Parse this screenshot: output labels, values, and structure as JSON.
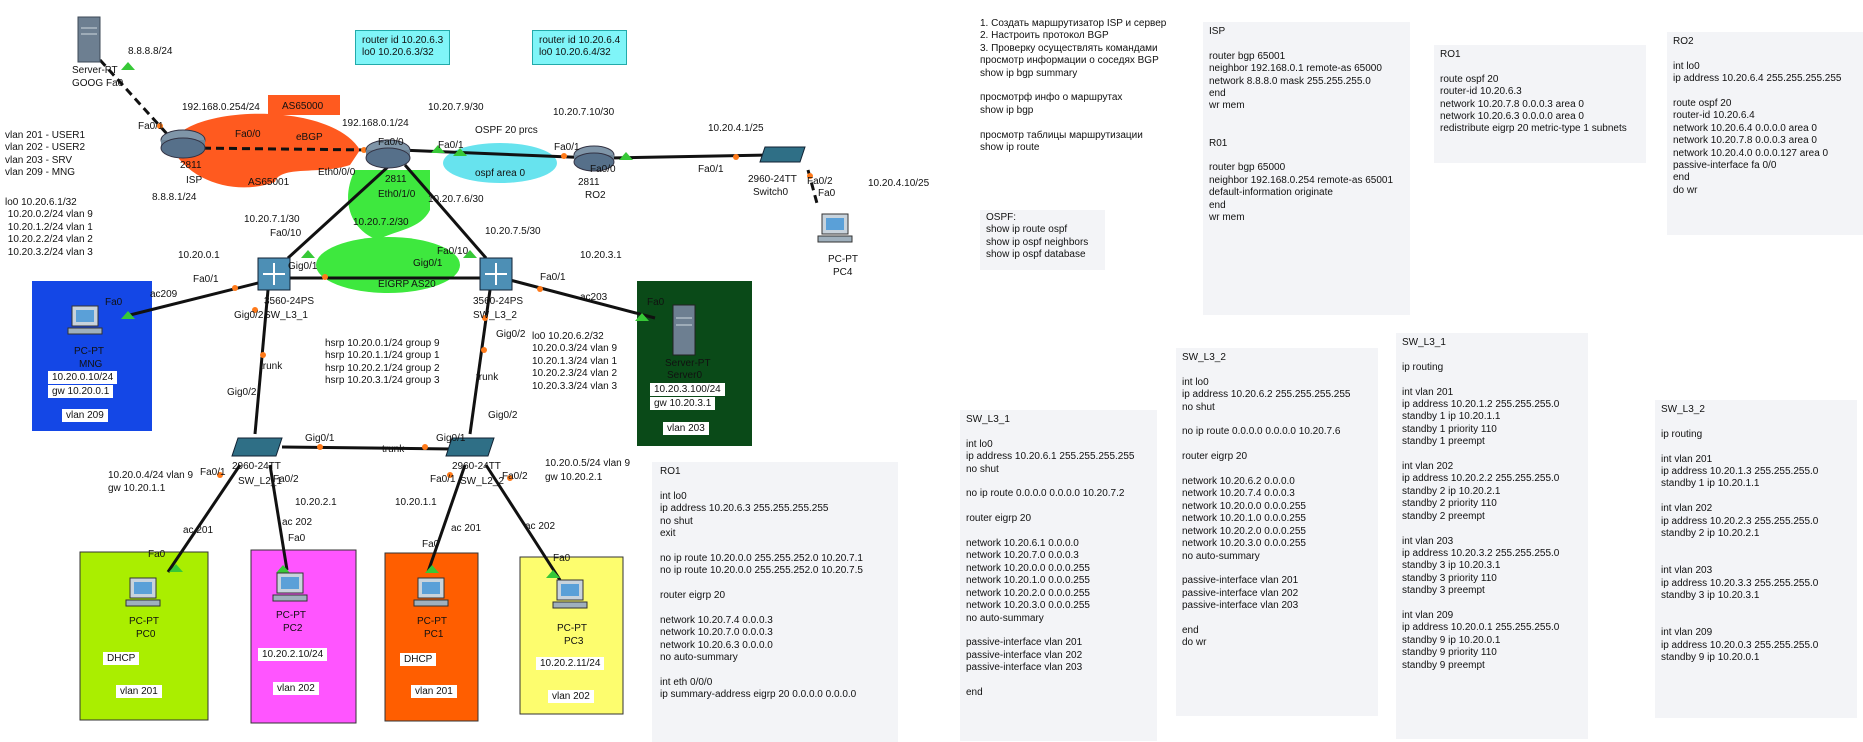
{
  "colors": {
    "vlan209": "#1447e6",
    "vlan203": "#0a4a18",
    "vlan201_pc0": "#aaee00",
    "vlan202_pc2": "#ff55ff",
    "vlan201_pc1": "#ff5e00",
    "vlan202_pc3": "#fdfd6e",
    "as65001": "#ff5a1f",
    "eigrp": "#3ee83e",
    "ospf": "#67e3ee",
    "note_bg": "#7ff5f8"
  },
  "devices": {
    "server_goog": {
      "type": "Server-PT",
      "label1": "Server-PT",
      "label2": "GOOG",
      "port": "Fa0",
      "ip": "8.8.8.8/24"
    },
    "isp": {
      "model": "2811",
      "name": "ISP",
      "ports": [
        "Fa0/1",
        "Fa0/0"
      ],
      "ip1": "192.168.0.254/24",
      "ip2": "8.8.8.1/24"
    },
    "r01": {
      "model": "2811",
      "ports": [
        "Fa0/0",
        "Fa0/1",
        "Eth0/0/0",
        "Eth0/1/0"
      ],
      "ip1": "192.168.0.1/24",
      "ip2": "10.20.7.9/30",
      "ip3": "10.20.7.6/30"
    },
    "ro2": {
      "model": "2811",
      "name": "RO2",
      "ports": [
        "Fa0/1",
        "Fa0/0"
      ],
      "ip1": "10.20.7.10/30",
      "ip2": "10.20.4.1/25"
    },
    "switch0": {
      "model": "2960-24TT",
      "name": "Switch0",
      "ports": [
        "Fa0/1",
        "Fa0/2"
      ],
      "port_pc4": "Fa0"
    },
    "pc4": {
      "label1": "PC-PT",
      "label2": "PC4",
      "ip": "10.20.4.10/25"
    },
    "sw_l3_1": {
      "model": "3560-24PS",
      "name": "SW_L3_1",
      "ports": [
        "Fa0/10",
        "Gig0/1",
        "Fa0/1",
        "Gig0/2"
      ],
      "ip_fa010": "10.20.7.1/30",
      "ip_fa01": "10.20.0.1"
    },
    "sw_l3_2": {
      "model": "3560-24PS",
      "name": "SW_L3_2",
      "ports": [
        "Fa0/10",
        "Gig0/1",
        "Fa0/1",
        "Gig0/2"
      ],
      "ip_fa010": "10.20.7.5/30",
      "ip_fa01": "10.20.3.1"
    },
    "sw_l2_1": {
      "model": "2960-24TT",
      "name": "SW_L2_1",
      "ports": [
        "Gig0/2",
        "Gig0/1",
        "Fa0/1",
        "Fa0/2"
      ],
      "ip1": "10.20.0.4/24 vlan 9",
      "gw": "gw 10.20.1.1",
      "ip_fa02": "10.20.2.1"
    },
    "sw_l2_2": {
      "model": "2960-24TT",
      "name": "SW_L2_2",
      "ports": [
        "Gig0/1",
        "Gig0/2",
        "Fa0/1",
        "Fa0/2"
      ],
      "ip1": "10.20.0.5/24 vlan 9",
      "gw": "gw 10.20.2.1",
      "ip_fa01": "10.20.1.1"
    },
    "mng": {
      "label1": "PC-PT",
      "label2": "MNG",
      "port": "Fa0",
      "ip": "10.20.0.10/24",
      "gw": "gw 10.20.0.1",
      "vlan": "vlan 209"
    },
    "server0": {
      "label1": "Server-PT",
      "label2": "Server0",
      "port": "Fa0",
      "ip": "10.20.3.100/24",
      "gw": "gw 10.20.3.1",
      "vlan": "vlan 203"
    },
    "pc0": {
      "label1": "PC-PT",
      "label2": "PC0",
      "port": "Fa0",
      "info": "DHCP",
      "vlan": "vlan 201"
    },
    "pc2": {
      "label1": "PC-PT",
      "label2": "PC2",
      "port": "Fa0",
      "info": "10.20.2.10/24",
      "vlan": "vlan 202"
    },
    "pc1": {
      "label1": "PC-PT",
      "label2": "PC1",
      "port": "Fa0",
      "info": "DHCP",
      "vlan": "vlan 201"
    },
    "pc3": {
      "label1": "PC-PT",
      "label2": "PC3",
      "port": "Fa0",
      "info": "10.20.2.11/24",
      "vlan": "vlan 202"
    }
  },
  "links": {
    "ac209": "ac209",
    "ac203": "ac203",
    "ac201a": "ac 201",
    "ac202a": "ac 202",
    "ac201b": "ac 201",
    "ac202b": "ac 202",
    "trunk": "trunk"
  },
  "areas": {
    "as65000": "AS65000",
    "as65001": "AS65001",
    "ebgp": "eBGP",
    "ospf_prcs": "OSPF 20 prcs",
    "ospf_area": "ospf area 0",
    "eigrp": "EIGRP AS20",
    "eigrp_ip": "10.20.7.2/30"
  },
  "notes_cyan": {
    "r01": "router id 10.20.6.3\nlo0 10.20.6.3/32",
    "ro2": "router id 10.20.6.4\nlo0 10.20.6.4/32"
  },
  "notes": {
    "vlans": "vlan 201 - USER1\nvlan 202 - USER2\nvlan 203 - SRV\nvlan 209 - MNG",
    "sw1_ips": "lo0 10.20.6.1/32\n 10.20.0.2/24 vlan 9\n 10.20.1.2/24 vlan 1\n 10.20.2.2/24 vlan 2\n 10.20.3.2/24 vlan 3",
    "hsrp": "hsrp 10.20.0.1/24 group 9\nhsrp 10.20.1.1/24 group 1\nhsrp 10.20.2.1/24 group 2\nhsrp 10.20.3.1/24 group 3",
    "sw2_ips": "lo0 10.20.6.2/32\n10.20.0.3/24 vlan 9\n10.20.1.3/24 vlan 1\n10.20.2.3/24 vlan 2\n10.20.3.3/24 vlan 3",
    "r01_cfg": "RO1\n\nint lo0\nip address 10.20.6.3 255.255.255.255\nno shut\nexit\n\nno ip route 10.20.0.0 255.255.252.0 10.20.7.1\nno ip route 10.20.0.0 255.255.252.0 10.20.7.5\n\nrouter eigrp 20\n\nnetwork 10.20.7.4 0.0.0.3\nnetwork 10.20.7.0 0.0.0.3\nnetwork 10.20.6.3 0.0.0.0\nno auto-summary\n\nint eth 0/0/0\nip summary-address eigrp 20 0.0.0.0 0.0.0.0",
    "tasks": "1. Создать маршрутизатор ISP и сервер\n2. Настроить протокол BGP\n3. Проверку осуществлять командами\nпросмотр информации о соседях BGP\nshow ip bgp summary\n\nпросмотрф инфо о маршрутах\nshow ip bgp\n\nпросмотр таблицы маршрутизации\nshow ip route",
    "ospf_cmds": "OSPF:\nshow ip route ospf\nshow ip ospf neighbors\nshow ip ospf database",
    "isp_cfg": "ISP\n\nrouter bgp 65001\nneighbor 192.168.0.1 remote-as 65000\nnetwork 8.8.8.0 mask 255.255.255.0\nend\nwr mem\n\n\nR01\n\nrouter bgp 65000\nneighbor 192.168.0.254 remote-as 65001\ndefault-information originate\nend\nwr mem",
    "r01_ospf": "RO1\n\nroute ospf 20\nrouter-id 10.20.6.3\nnetwork 10.20.7.8 0.0.0.3 area 0\nnetwork 10.20.6.3 0.0.0.0 area 0\nredistribute eigrp 20 metric-type 1 subnets",
    "ro2_cfg": "RO2\n\nint lo0\nip address 10.20.6.4 255.255.255.255\n\nroute ospf 20\nrouter-id 10.20.6.4\nnetwork 10.20.6.4 0.0.0.0 area 0\nnetwork 10.20.7.8 0.0.0.3 area 0\nnetwork 10.20.4.0 0.0.0.127 area 0\npassive-interface fa 0/0\nend\ndo wr",
    "sw_l3_1_eigrp": "SW_L3_1\n\nint lo0\nip address 10.20.6.1 255.255.255.255\nno shut\n\nno ip route 0.0.0.0 0.0.0.0 10.20.7.2\n\nrouter eigrp 20\n\nnetwork 10.20.6.1 0.0.0.0\nnetwork 10.20.7.0 0.0.0.3\nnetwork 10.20.0.0 0.0.0.255\nnetwork 10.20.1.0 0.0.0.255\nnetwork 10.20.2.0 0.0.0.255\nnetwork 10.20.3.0 0.0.0.255\nno auto-summary\n\npassive-interface vlan 201\npassive-interface vlan 202\npassive-interface vlan 203\n\nend",
    "sw_l3_2_eigrp": "SW_L3_2\n\nint lo0\nip address 10.20.6.2 255.255.255.255\nno shut\n\nno ip route 0.0.0.0 0.0.0.0 10.20.7.6\n\nrouter eigrp 20\n\nnetwork 10.20.6.2 0.0.0.0\nnetwork 10.20.7.4 0.0.0.3\nnetwork 10.20.0.0 0.0.0.255\nnetwork 10.20.1.0 0.0.0.255\nnetwork 10.20.2.0 0.0.0.255\nnetwork 10.20.3.0 0.0.0.255\nno auto-summary\n\npassive-interface vlan 201\npassive-interface vlan 202\npassive-interface vlan 203\n\nend\ndo wr",
    "sw_l3_1_hsrp": "SW_L3_1\n\nip routing\n\nint vlan 201\nip address 10.20.1.2 255.255.255.0\nstandby 1 ip 10.20.1.1\nstandby 1 priority 110\nstandby 1 preempt\n\nint vlan 202\nip address 10.20.2.2 255.255.255.0\nstandby 2 ip 10.20.2.1\nstandby 2 priority 110\nstandby 2 preempt\n\nint vlan 203\nip address 10.20.3.2 255.255.255.0\nstandby 3 ip 10.20.3.1\nstandby 3 priority 110\nstandby 3 preempt\n\nint vlan 209\nip address 10.20.0.1 255.255.255.0\nstandby 9 ip 10.20.0.1\nstandby 9 priority 110\nstandby 9 preempt",
    "sw_l3_2_hsrp": "SW_L3_2\n\nip routing\n\nint vlan 201\nip address 10.20.1.3 255.255.255.0\nstandby 1 ip 10.20.1.1\n\nint vlan 202\nip address 10.20.2.3 255.255.255.0\nstandby 2 ip 10.20.2.1\n\n\nint vlan 203\nip address 10.20.3.3 255.255.255.0\nstandby 3 ip 10.20.3.1\n\n\nint vlan 209\nip address 10.20.0.3 255.255.255.0\nstandby 9 ip 10.20.0.1"
  }
}
